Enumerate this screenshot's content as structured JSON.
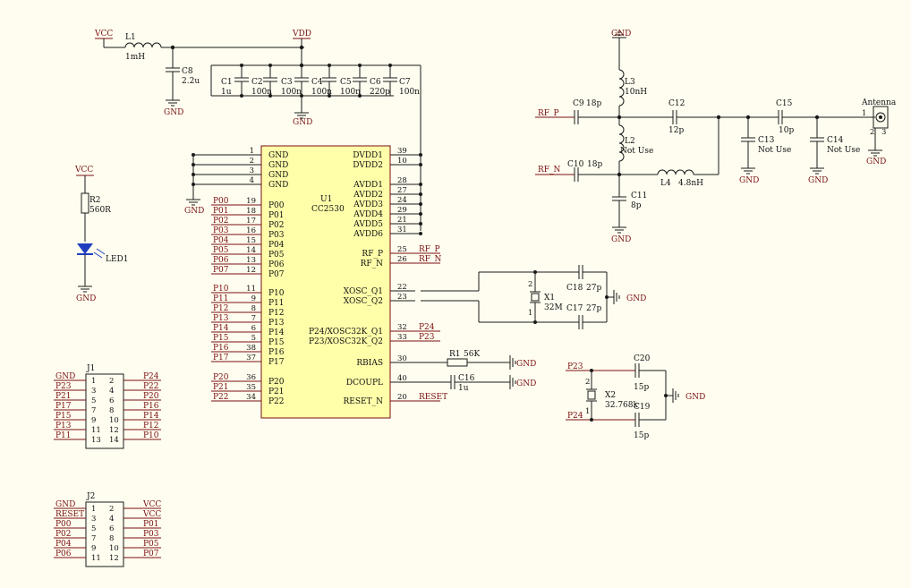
{
  "power": {
    "vcc": "VCC",
    "vdd": "VDD",
    "gnd": "GND"
  },
  "top": {
    "l1": {
      "ref": "L1",
      "val": "1mH"
    },
    "c8": {
      "ref": "C8",
      "val": "2.2u"
    },
    "caps": [
      {
        "ref": "C1",
        "val": "1u"
      },
      {
        "ref": "C2",
        "val": "100n"
      },
      {
        "ref": "C3",
        "val": "100n"
      },
      {
        "ref": "C4",
        "val": "100n"
      },
      {
        "ref": "C5",
        "val": "100n"
      },
      {
        "ref": "C6",
        "val": "220p"
      },
      {
        "ref": "C7",
        "val": "100n"
      }
    ]
  },
  "led": {
    "r": {
      "ref": "R2",
      "val": "560R"
    },
    "led": "LED1"
  },
  "u1": {
    "ref": "U1",
    "part": "CC2530",
    "gnd_pins": [
      {
        "num": "1",
        "name": "GND"
      },
      {
        "num": "2",
        "name": "GND"
      },
      {
        "num": "3",
        "name": "GND"
      },
      {
        "num": "4",
        "name": "GND"
      }
    ],
    "left_pins": [
      {
        "net": "P00",
        "num": "19",
        "name": "P00"
      },
      {
        "net": "P01",
        "num": "18",
        "name": "P01"
      },
      {
        "net": "P02",
        "num": "17",
        "name": "P02"
      },
      {
        "net": "P03",
        "num": "16",
        "name": "P03"
      },
      {
        "net": "P04",
        "num": "15",
        "name": "P04"
      },
      {
        "net": "P05",
        "num": "14",
        "name": "P05"
      },
      {
        "net": "P06",
        "num": "13",
        "name": "P06"
      },
      {
        "net": "P07",
        "num": "12",
        "name": "P07"
      },
      {
        "net": "P10",
        "num": "11",
        "name": "P10"
      },
      {
        "net": "P11",
        "num": "9",
        "name": "P11"
      },
      {
        "net": "P12",
        "num": "8",
        "name": "P12"
      },
      {
        "net": "P13",
        "num": "7",
        "name": "P13"
      },
      {
        "net": "P14",
        "num": "6",
        "name": "P14"
      },
      {
        "net": "P15",
        "num": "5",
        "name": "P15"
      },
      {
        "net": "P16",
        "num": "38",
        "name": "P16"
      },
      {
        "net": "P17",
        "num": "37",
        "name": "P17"
      },
      {
        "net": "P20",
        "num": "36",
        "name": "P20"
      },
      {
        "net": "P21",
        "num": "35",
        "name": "P21"
      },
      {
        "net": "P22",
        "num": "34",
        "name": "P22"
      }
    ],
    "right_pins": [
      {
        "name": "DVDD1",
        "num": "39",
        "net": ""
      },
      {
        "name": "DVDD2",
        "num": "10",
        "net": ""
      },
      {
        "name": "AVDD1",
        "num": "28",
        "net": ""
      },
      {
        "name": "AVDD2",
        "num": "27",
        "net": ""
      },
      {
        "name": "AVDD3",
        "num": "24",
        "net": ""
      },
      {
        "name": "AVDD4",
        "num": "29",
        "net": ""
      },
      {
        "name": "AVDD5",
        "num": "21",
        "net": ""
      },
      {
        "name": "AVDD6",
        "num": "31",
        "net": ""
      },
      {
        "name": "RF_P",
        "num": "25",
        "net": "RF_P"
      },
      {
        "name": "RF_N",
        "num": "26",
        "net": "RF_N"
      },
      {
        "name": "XOSC_Q1",
        "num": "22",
        "net": ""
      },
      {
        "name": "XOSC_Q2",
        "num": "23",
        "net": ""
      },
      {
        "name": "P24/XOSC32K_Q1",
        "num": "32",
        "net": "P24"
      },
      {
        "name": "P23/XOSC32K_Q2",
        "num": "33",
        "net": "P23"
      },
      {
        "name": "RBIAS",
        "num": "30",
        "net": ""
      },
      {
        "name": "DCOUPL",
        "num": "40",
        "net": ""
      },
      {
        "name": "RESET_N",
        "num": "20",
        "net": "RESET"
      }
    ]
  },
  "rf": {
    "rf_p": "RF_P",
    "rf_n": "RF_N",
    "c9": {
      "ref": "C9",
      "val": "18p"
    },
    "c10": {
      "ref": "C10",
      "val": "18p"
    },
    "l3": {
      "ref": "L3",
      "val": "10nH"
    },
    "l2": {
      "ref": "L2",
      "val": "Not Use"
    },
    "c11": {
      "ref": "C11",
      "val": "8p"
    },
    "c12": {
      "ref": "C12",
      "val": "12p"
    },
    "l4": {
      "ref": "L4",
      "val": "4.8nH"
    },
    "c13": {
      "ref": "C13",
      "val": "Not Use"
    },
    "c15": {
      "ref": "C15",
      "val": "10p"
    },
    "c14": {
      "ref": "C14",
      "val": "Not Use"
    },
    "antenna": "Antenna",
    "ant_pin1": "1",
    "ant_pin2": "2",
    "ant_pin3": "3"
  },
  "xtal32m": {
    "x1": {
      "ref": "X1",
      "val": "32M"
    },
    "c18": {
      "ref": "C18",
      "val": "27p"
    },
    "c17": {
      "ref": "C17",
      "val": "27p"
    },
    "pin2": "2",
    "pin1": "1"
  },
  "bias": {
    "r1": {
      "ref": "R1",
      "val": "56K"
    },
    "c16": {
      "ref": "C16",
      "val": "1u"
    }
  },
  "xtal32k": {
    "p23": "P23",
    "p24": "P24",
    "x2": {
      "ref": "X2",
      "val": "32.768k"
    },
    "c20": {
      "ref": "C20",
      "val": "15p"
    },
    "c19": {
      "ref": "C19",
      "val": "15p"
    },
    "pin2": "2",
    "pin1": "1"
  },
  "j1": {
    "ref": "J1",
    "rows": [
      {
        "l": "GND",
        "a": "1",
        "b": "2",
        "r": "P24"
      },
      {
        "l": "P23",
        "a": "3",
        "b": "4",
        "r": "P22"
      },
      {
        "l": "P21",
        "a": "5",
        "b": "6",
        "r": "P20"
      },
      {
        "l": "P17",
        "a": "7",
        "b": "8",
        "r": "P16"
      },
      {
        "l": "P15",
        "a": "9",
        "b": "10",
        "r": "P14"
      },
      {
        "l": "P13",
        "a": "11",
        "b": "12",
        "r": "P12"
      },
      {
        "l": "P11",
        "a": "13",
        "b": "14",
        "r": "P10"
      }
    ]
  },
  "j2": {
    "ref": "J2",
    "rows": [
      {
        "l": "GND",
        "a": "1",
        "b": "2",
        "r": "VCC"
      },
      {
        "l": "RESET",
        "a": "3",
        "b": "4",
        "r": "VCC"
      },
      {
        "l": "P00",
        "a": "5",
        "b": "6",
        "r": "P01"
      },
      {
        "l": "P02",
        "a": "7",
        "b": "8",
        "r": "P03"
      },
      {
        "l": "P04",
        "a": "9",
        "b": "10",
        "r": "P05"
      },
      {
        "l": "P06",
        "a": "11",
        "b": "12",
        "r": "P07"
      }
    ]
  }
}
